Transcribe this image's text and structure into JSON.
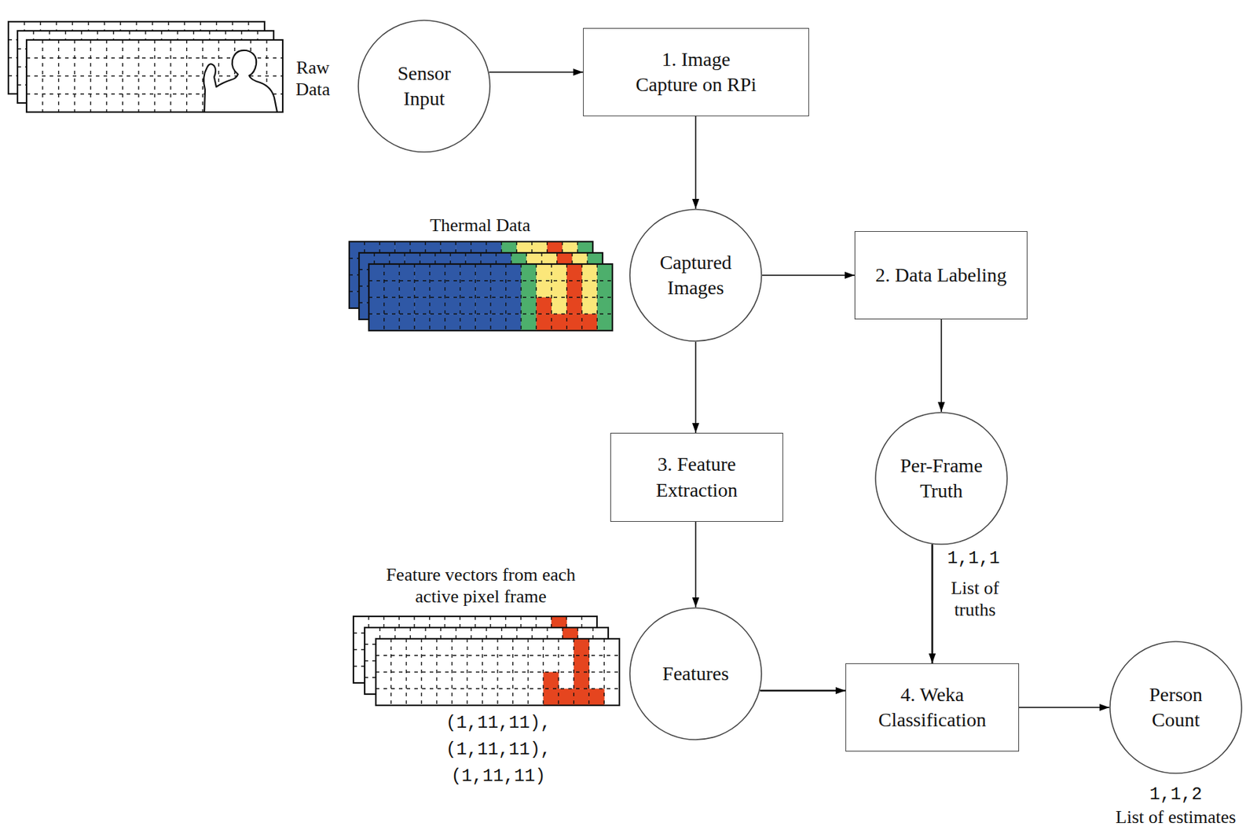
{
  "diagram": {
    "nodes": [
      {
        "text": [
          "Sensor Input"
        ]
      },
      {
        "text": [
          "1. Image Capture on RPi"
        ]
      },
      {
        "text": [
          "Captured Images"
        ]
      },
      {
        "text": [
          "2. Data Labeling"
        ]
      },
      {
        "text": [
          "3. Feature Extraction"
        ]
      },
      {
        "text": [
          "Per-Frame Truth"
        ]
      },
      {
        "text": [
          "Features"
        ]
      },
      {
        "text": [
          "4. Weka Classification"
        ]
      },
      {
        "text": [
          "Person Count"
        ]
      }
    ],
    "edges": [
      {
        "from": 0,
        "to": 1,
        "arrow": "to"
      },
      {
        "from": 1,
        "to": 2,
        "arrow": "to"
      },
      {
        "from": 2,
        "to": 3,
        "arrow": "to"
      },
      {
        "from": 2,
        "to": 4,
        "arrow": "to"
      },
      {
        "from": 3,
        "to": 5,
        "arrow": "to"
      },
      {
        "from": 4,
        "to": 6,
        "arrow": "to"
      },
      {
        "from": 5,
        "to": 7,
        "arrow": "to"
      },
      {
        "from": 6,
        "to": 7,
        "arrow": "to"
      },
      {
        "from": 7,
        "to": 8,
        "arrow": "to"
      }
    ],
    "labels": [
      "Raw Data",
      "Thermal Data",
      "Feature vectors from each active pixel frame",
      "(1,11,11),",
      "(1,11,11),",
      "(1,11,11)",
      "1,1,1",
      "List of truths",
      "1,1,2",
      "List of estimates"
    ]
  }
}
